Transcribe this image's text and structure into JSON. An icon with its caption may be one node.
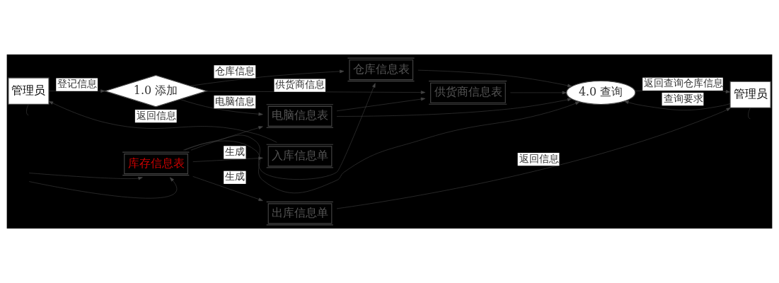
{
  "diagram": {
    "nodes": [
      {
        "text": [
          "管理员"
        ]
      },
      {
        "text": [
          "1.0 添加"
        ]
      },
      {
        "text": [
          "仓库信息表"
        ]
      },
      {
        "text": [
          "供货商信息表"
        ]
      },
      {
        "text": [
          "电脑信息表"
        ]
      },
      {
        "text": [
          "4.0 查询"
        ]
      },
      {
        "text": [
          "管理员"
        ]
      },
      {
        "text": [
          "库存信息表"
        ]
      },
      {
        "text": [
          "入库信息单"
        ]
      },
      {
        "text": [
          "出库信息单"
        ]
      }
    ],
    "edges": [
      {
        "from": 0,
        "to": 1,
        "arrow": "to",
        "label": "登记信息"
      },
      {
        "from": 1,
        "to": 2,
        "arrow": "to",
        "label": "仓库信息"
      },
      {
        "from": 1,
        "to": 3,
        "arrow": "to",
        "label": "供货商信息"
      },
      {
        "from": 1,
        "to": 4,
        "arrow": "to",
        "label": "电脑信息"
      },
      {
        "from": 4,
        "to": 3,
        "arrow": "to"
      },
      {
        "from": 2,
        "to": 5,
        "arrow": "to"
      },
      {
        "from": 5,
        "to": 6,
        "arrow": "to",
        "label": "返回查询仓库信息"
      },
      {
        "from": 6,
        "to": 5,
        "arrow": "to",
        "label": "查询要求"
      },
      {
        "from": 3,
        "to": 5,
        "arrow": "to"
      },
      {
        "from": 4,
        "to": 5,
        "arrow": "to"
      },
      {
        "from": 7,
        "to": 4,
        "arrow": "to"
      },
      {
        "from": 7,
        "to": 2,
        "arrow": "to"
      },
      {
        "from": 7,
        "to": 5,
        "arrow": "to"
      },
      {
        "from": 7,
        "to": 8,
        "arrow": "to",
        "label": "生成"
      },
      {
        "from": 7,
        "to": 9,
        "arrow": "to",
        "label": "生成"
      },
      {
        "from": 8,
        "to": 0,
        "arrow": "to",
        "label": "返回信息"
      },
      {
        "from": 9,
        "to": 6,
        "arrow": "to",
        "label": "返回信息"
      },
      {
        "from": null,
        "to": 7,
        "arrow": "to"
      },
      {
        "from": null,
        "to": 7,
        "arrow": "to"
      },
      {
        "from": 0,
        "to": null,
        "arrow": "none"
      },
      {
        "from": 6,
        "to": null,
        "arrow": "none"
      }
    ]
  }
}
